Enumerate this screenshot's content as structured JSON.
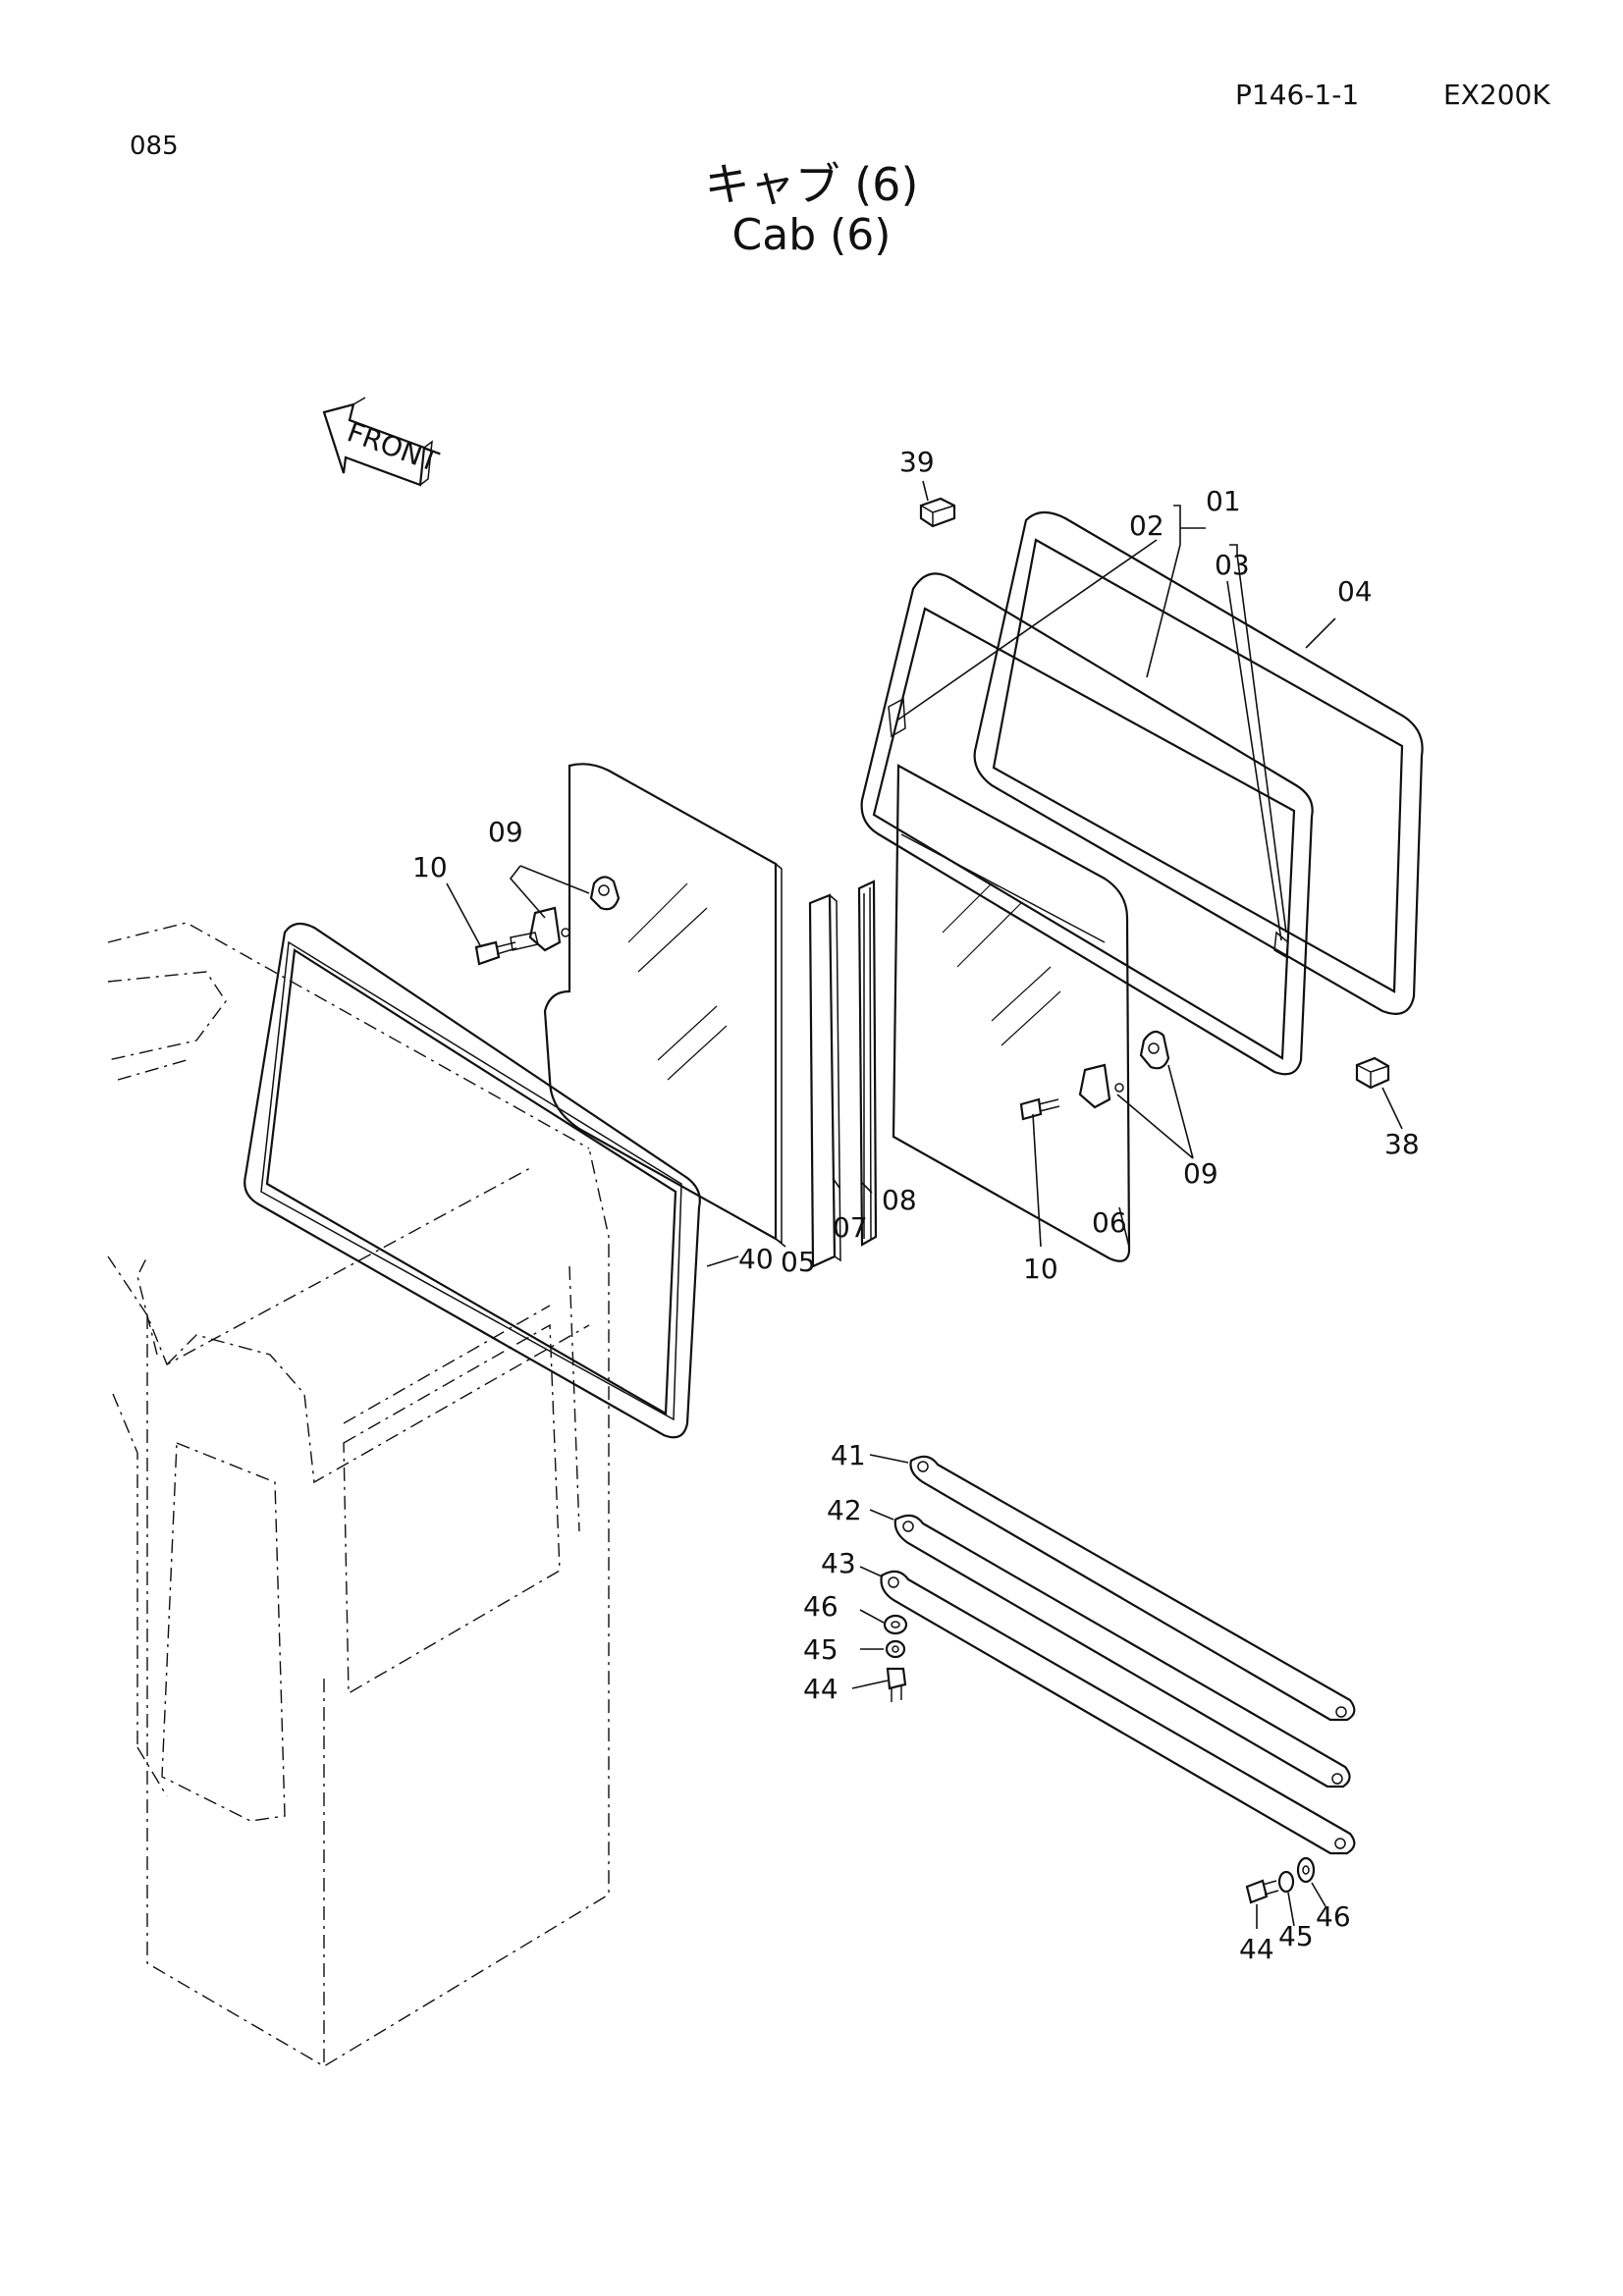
{
  "header": {
    "page_code": "P146-1-1",
    "model": "EX200K",
    "page_number": "085",
    "title_jp": "キャブ (6)",
    "title_en": "Cab (6)"
  },
  "front_label": "FRONT",
  "callouts": {
    "c01": "01",
    "c02": "02",
    "c03": "03",
    "c04": "04",
    "c05": "05",
    "c06": "06",
    "c07": "07",
    "c08": "08",
    "c09a": "09",
    "c09b": "09",
    "c10a": "10",
    "c10b": "10",
    "c38": "38",
    "c39": "39",
    "c40": "40",
    "c41": "41",
    "c42": "42",
    "c43": "43",
    "c44a": "44",
    "c44b": "44",
    "c45a": "45",
    "c45b": "45",
    "c46a": "46",
    "c46b": "46"
  }
}
